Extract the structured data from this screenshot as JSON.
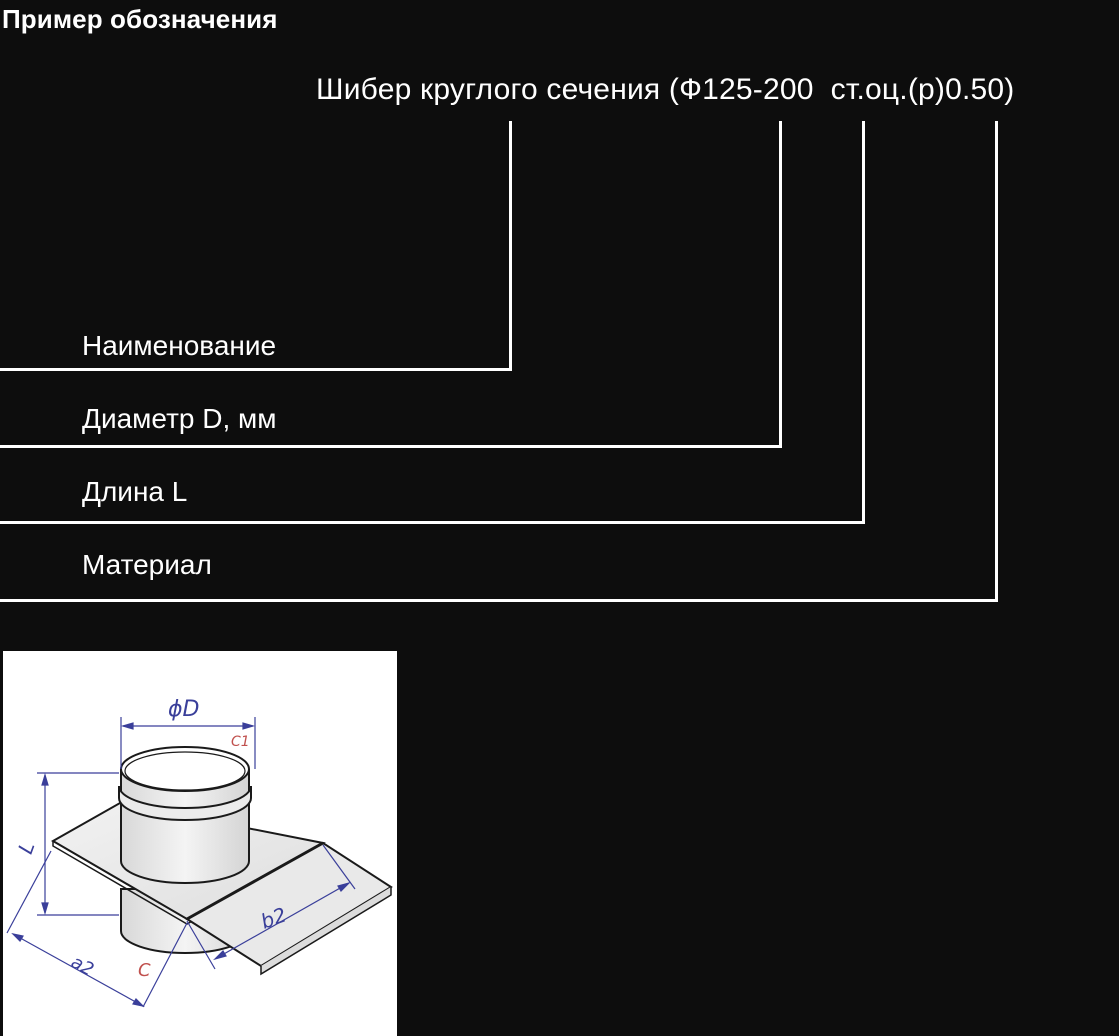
{
  "heading": "Пример обозначения",
  "designation": "Шибер круглого сечения (Ф125-200  ст.оц.(р)0.50)",
  "callouts": [
    {
      "label": "Наименование",
      "points_to": "Шибер круглого сечения"
    },
    {
      "label": "Диаметр D, мм",
      "points_to": "Ф125"
    },
    {
      "label": "Длина L",
      "points_to": "200"
    },
    {
      "label": "Материал",
      "points_to": "ст.оц.(р)0.50"
    }
  ],
  "diagram": {
    "dimension_labels": {
      "diameter": "ϕD",
      "c1": "C1",
      "length": "L",
      "a2": "a2",
      "b2": "b2",
      "c": "C"
    },
    "colors": {
      "background": "#ffffff",
      "outline": "#1a1a1a",
      "dimension": "#3a3f9a",
      "accent_label": "#c0504d"
    }
  },
  "colors": {
    "page_background": "#0d0d0d",
    "text": "#ffffff",
    "lines": "#ffffff"
  }
}
